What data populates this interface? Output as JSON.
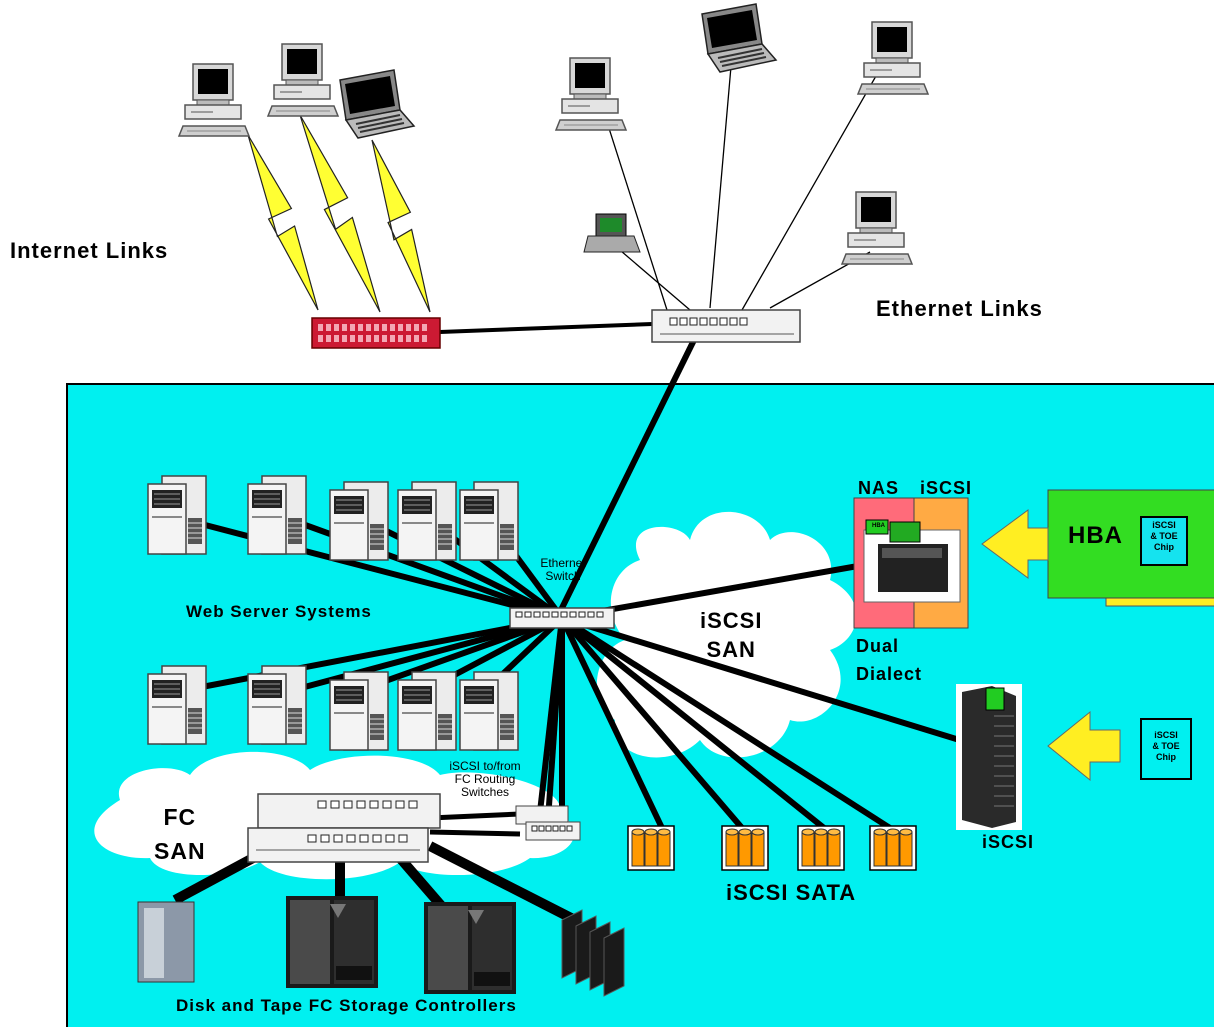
{
  "labels": {
    "internet_links": "Internet Links",
    "ethernet_links": "Ethernet Links",
    "ethernet_switch": [
      "Ethernet",
      "Switch"
    ],
    "web_server_systems": "Web Server Systems",
    "iscsi_san": [
      "iSCSI",
      "SAN"
    ],
    "nas": "NAS",
    "iscsi_top": "iSCSI",
    "dual_dialect": [
      "Dual",
      "Dialect"
    ],
    "hba": "HBA",
    "chip_text": [
      "iSCSI",
      "& TOE",
      "Chip"
    ],
    "hba_small": "HBA",
    "iscsi_tower": "iSCSI",
    "routing_switches": [
      "iSCSI to/from",
      "FC Routing",
      "Switches"
    ],
    "fc_san": [
      "FC",
      "SAN"
    ],
    "iscsi_sata": "iSCSI SATA",
    "storage_controllers": "Disk and Tape FC Storage Controllers"
  },
  "colors": {
    "san_background": "#00f0f0",
    "lightning": "#ffff33",
    "firewall": "#cc1a33",
    "nas_pink": "#ff6b7a",
    "iscsi_orange": "#ffaa44",
    "hba_green": "#33dd22",
    "arrow_yellow": "#ffee22",
    "disk_orange": "#ff9900"
  }
}
